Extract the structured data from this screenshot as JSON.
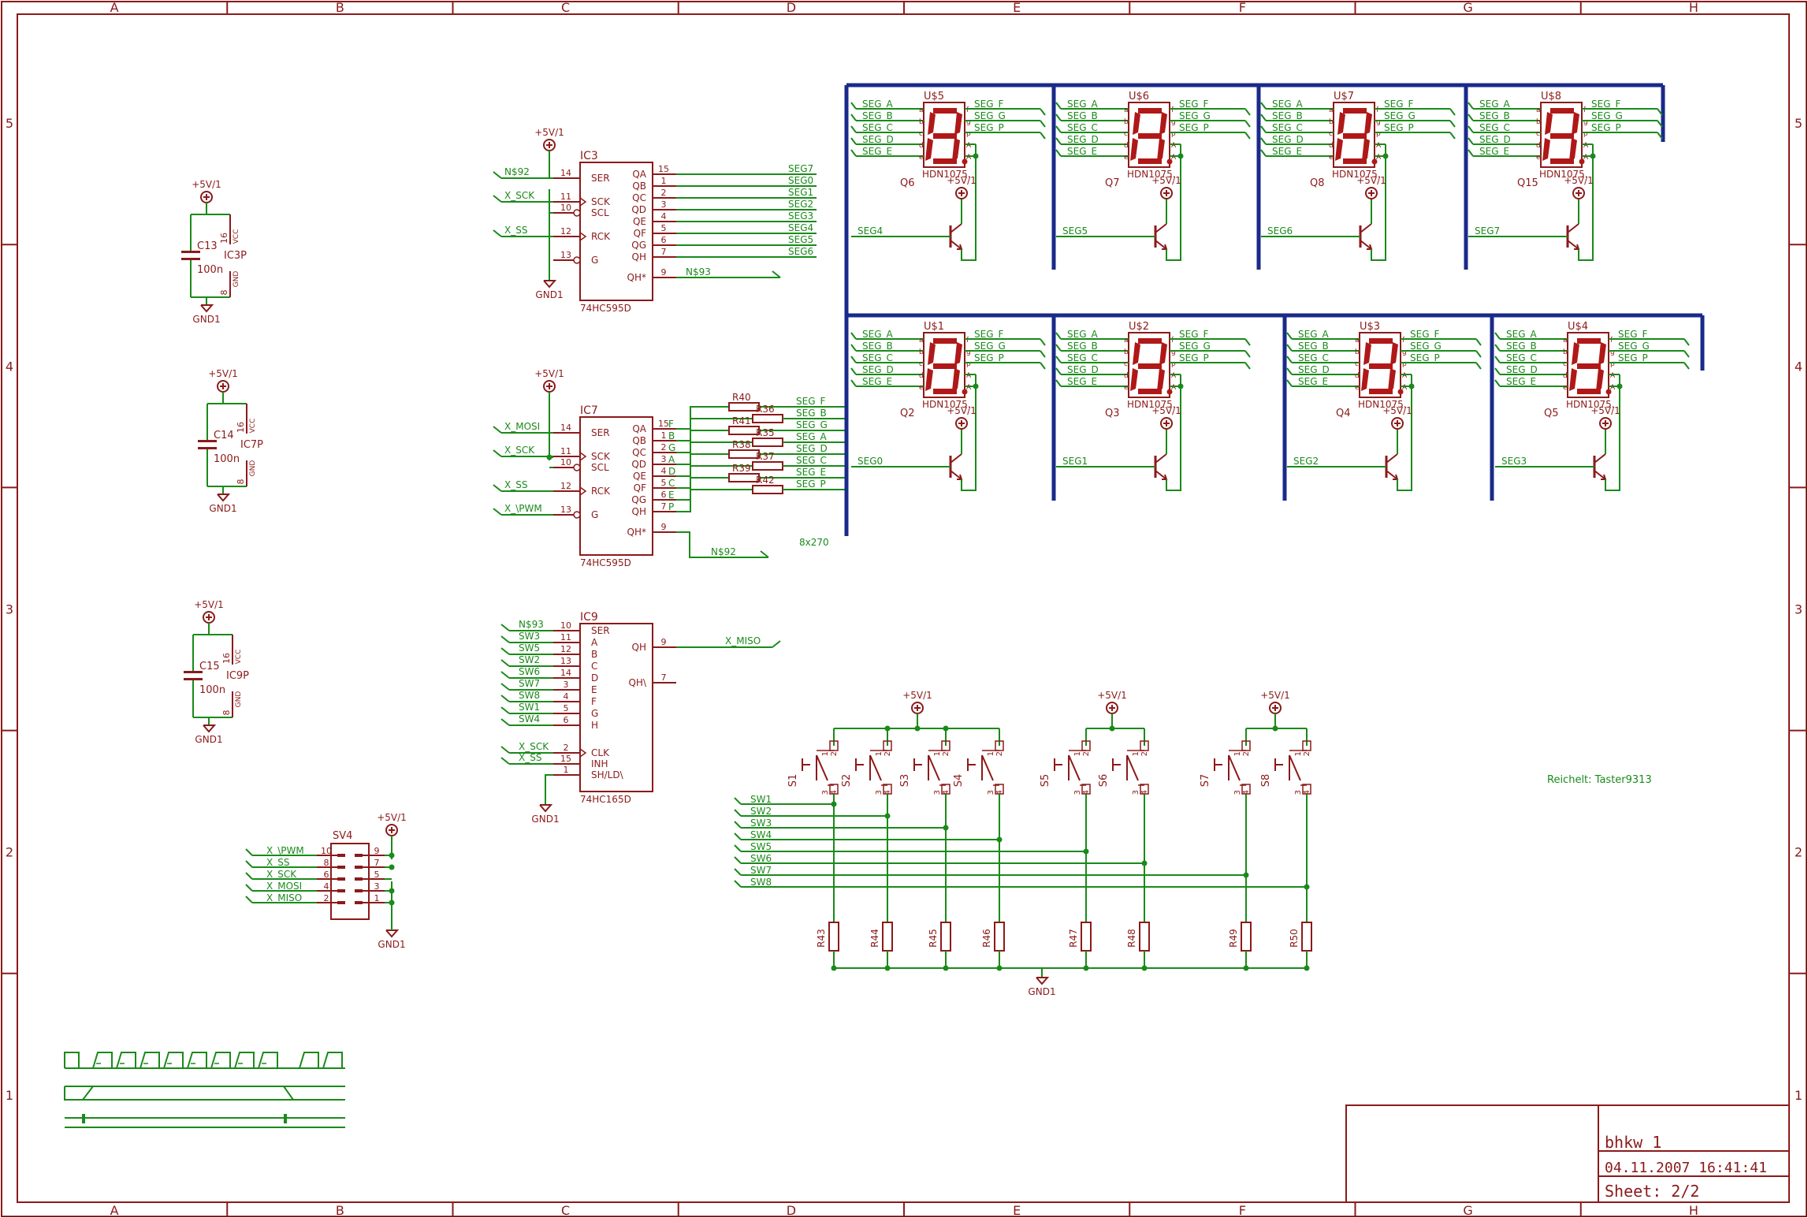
{
  "colors": {
    "frame": "#8b1a1a",
    "part": "#8b1a1a",
    "wire": "#1a8a1a",
    "bus": "#1a2a8a",
    "label": "#1a8a1a",
    "segment": "#b01818"
  },
  "frame": {
    "columns": [
      "A",
      "B",
      "C",
      "D",
      "E",
      "F",
      "G",
      "H"
    ],
    "rows": [
      "5",
      "4",
      "3",
      "2",
      "1"
    ]
  },
  "title_block": {
    "name": "bhkw_1",
    "date": "04.11.2007  16:41:41",
    "sheet": "Sheet: 2/2"
  },
  "power": {
    "supply": "+5V/1",
    "ground": "GND1"
  },
  "caps": [
    {
      "name": "C13",
      "value": "100n",
      "ic": "IC3P",
      "vcc_pin": "16",
      "gnd_pin": "8",
      "vcc": "VCC",
      "gnd": "GND"
    },
    {
      "name": "C14",
      "value": "100n",
      "ic": "IC7P",
      "vcc_pin": "16",
      "gnd_pin": "8",
      "vcc": "VCC",
      "gnd": "GND"
    },
    {
      "name": "C15",
      "value": "100n",
      "ic": "IC9P",
      "vcc_pin": "16",
      "gnd_pin": "8",
      "vcc": "VCC",
      "gnd": "GND"
    }
  ],
  "ic3": {
    "name": "IC3",
    "part": "74HC595D",
    "left_pins": [
      {
        "num": "14",
        "label": "SER",
        "net": "N$92"
      },
      {
        "num": "11",
        "label": "SCK",
        "net": "X_SCK"
      },
      {
        "num": "10",
        "label": "SCL",
        "net": ""
      },
      {
        "num": "12",
        "label": "RCK",
        "net": "X_SS"
      },
      {
        "num": "13",
        "label": "G",
        "net": ""
      }
    ],
    "right_pins": [
      {
        "num": "15",
        "label": "QA",
        "net": "SEG7"
      },
      {
        "num": "1",
        "label": "QB",
        "net": "SEG0"
      },
      {
        "num": "2",
        "label": "QC",
        "net": "SEG1"
      },
      {
        "num": "3",
        "label": "QD",
        "net": "SEG2"
      },
      {
        "num": "4",
        "label": "QE",
        "net": "SEG3"
      },
      {
        "num": "5",
        "label": "QF",
        "net": "SEG4"
      },
      {
        "num": "6",
        "label": "QG",
        "net": "SEG5"
      },
      {
        "num": "7",
        "label": "QH",
        "net": "SEG6"
      },
      {
        "num": "9",
        "label": "QH*",
        "net": "N$93"
      }
    ]
  },
  "ic7": {
    "name": "IC7",
    "part": "74HC595D",
    "left_pins": [
      {
        "num": "14",
        "label": "SER",
        "net": "X_MOSI"
      },
      {
        "num": "11",
        "label": "SCK",
        "net": "X_SCK"
      },
      {
        "num": "10",
        "label": "SCL",
        "net": ""
      },
      {
        "num": "12",
        "label": "RCK",
        "net": "X_SS"
      },
      {
        "num": "13",
        "label": "G",
        "net": "X_\\PWM"
      }
    ],
    "right_pins": [
      {
        "num": "15",
        "label": "QA",
        "seg": "F",
        "res": "R40",
        "net": "SEG_F"
      },
      {
        "num": "1",
        "label": "QB",
        "seg": "B",
        "res": "R36",
        "net": "SEG_B"
      },
      {
        "num": "2",
        "label": "QC",
        "seg": "G",
        "res": "R41",
        "net": "SEG_G"
      },
      {
        "num": "3",
        "label": "QD",
        "seg": "A",
        "res": "R35",
        "net": "SEG_A"
      },
      {
        "num": "4",
        "label": "QE",
        "seg": "D",
        "res": "R38",
        "net": "SEG_D"
      },
      {
        "num": "5",
        "label": "QF",
        "seg": "C",
        "res": "R37",
        "net": "SEG_C"
      },
      {
        "num": "6",
        "label": "QG",
        "seg": "E",
        "res": "R39",
        "net": "SEG_E"
      },
      {
        "num": "7",
        "label": "QH",
        "seg": "P",
        "res": "R42",
        "net": "SEG_P"
      },
      {
        "num": "9",
        "label": "QH*",
        "net": "N$92"
      }
    ],
    "res_value": "8x270"
  },
  "ic9": {
    "name": "IC9",
    "part": "74HC165D",
    "left_pins": [
      {
        "num": "10",
        "label": "SER",
        "net": "N$93"
      },
      {
        "num": "11",
        "label": "A",
        "net": "SW3"
      },
      {
        "num": "12",
        "label": "B",
        "net": "SW5"
      },
      {
        "num": "13",
        "label": "C",
        "net": "SW2"
      },
      {
        "num": "14",
        "label": "D",
        "net": "SW6"
      },
      {
        "num": "3",
        "label": "E",
        "net": "SW7"
      },
      {
        "num": "4",
        "label": "F",
        "net": "SW8"
      },
      {
        "num": "5",
        "label": "G",
        "net": "SW1"
      },
      {
        "num": "6",
        "label": "H",
        "net": "SW4"
      },
      {
        "num": "2",
        "label": "CLK",
        "net": "X_SCK"
      },
      {
        "num": "15",
        "label": "INH",
        "net": "X_SS"
      },
      {
        "num": "1",
        "label": "SH/LD\\",
        "net": ""
      }
    ],
    "right_pins": [
      {
        "num": "9",
        "label": "QH",
        "net": "X_MISO"
      },
      {
        "num": "7",
        "label": "QH\\",
        "net": ""
      }
    ]
  },
  "sv4": {
    "name": "SV4",
    "rows": [
      {
        "left_pin": "10",
        "right_pin": "9",
        "net": "X_\\PWM"
      },
      {
        "left_pin": "8",
        "right_pin": "7",
        "net": "X_SS"
      },
      {
        "left_pin": "6",
        "right_pin": "5",
        "net": "X_SCK"
      },
      {
        "left_pin": "4",
        "right_pin": "3",
        "net": "X_MOSI"
      },
      {
        "left_pin": "2",
        "right_pin": "1",
        "net": "X_MISO"
      }
    ]
  },
  "display_part": "HDN1075.",
  "display_pins_left": [
    "a",
    "b",
    "c",
    "d",
    "e"
  ],
  "display_pins_right": [
    "f",
    "g",
    "p",
    "A",
    "A"
  ],
  "display_nets_left": [
    "SEG_A",
    "SEG_B",
    "SEG_C",
    "SEG_D",
    "SEG_E"
  ],
  "display_nets_right": [
    "SEG_F",
    "SEG_G",
    "SEG_P"
  ],
  "displays_top": [
    {
      "name": "U$5",
      "transistor": "Q6",
      "base": "SEG4"
    },
    {
      "name": "U$6",
      "transistor": "Q7",
      "base": "SEG5"
    },
    {
      "name": "U$7",
      "transistor": "Q8",
      "base": "SEG6"
    },
    {
      "name": "U$8",
      "transistor": "Q15",
      "base": "SEG7"
    }
  ],
  "displays_bottom": [
    {
      "name": "U$1",
      "transistor": "Q2",
      "base": "SEG0"
    },
    {
      "name": "U$2",
      "transistor": "Q3",
      "base": "SEG1"
    },
    {
      "name": "U$3",
      "transistor": "Q4",
      "base": "SEG2"
    },
    {
      "name": "U$4",
      "transistor": "Q5",
      "base": "SEG3"
    }
  ],
  "switches": [
    {
      "name": "S1",
      "res": "R43",
      "net": "SW1"
    },
    {
      "name": "S2",
      "res": "R44",
      "net": "SW2"
    },
    {
      "name": "S3",
      "res": "R45",
      "net": "SW3"
    },
    {
      "name": "S4",
      "res": "R46",
      "net": "SW4"
    },
    {
      "name": "S5",
      "res": "R47",
      "net": "SW5"
    },
    {
      "name": "S6",
      "res": "R48",
      "net": "SW6"
    },
    {
      "name": "S7",
      "res": "R49",
      "net": "SW7"
    },
    {
      "name": "S8",
      "res": "R50",
      "net": "SW8"
    }
  ],
  "switch_pins": [
    "1",
    "2",
    "3",
    "4"
  ],
  "switch_part_note": "Reichelt: Taster9313"
}
